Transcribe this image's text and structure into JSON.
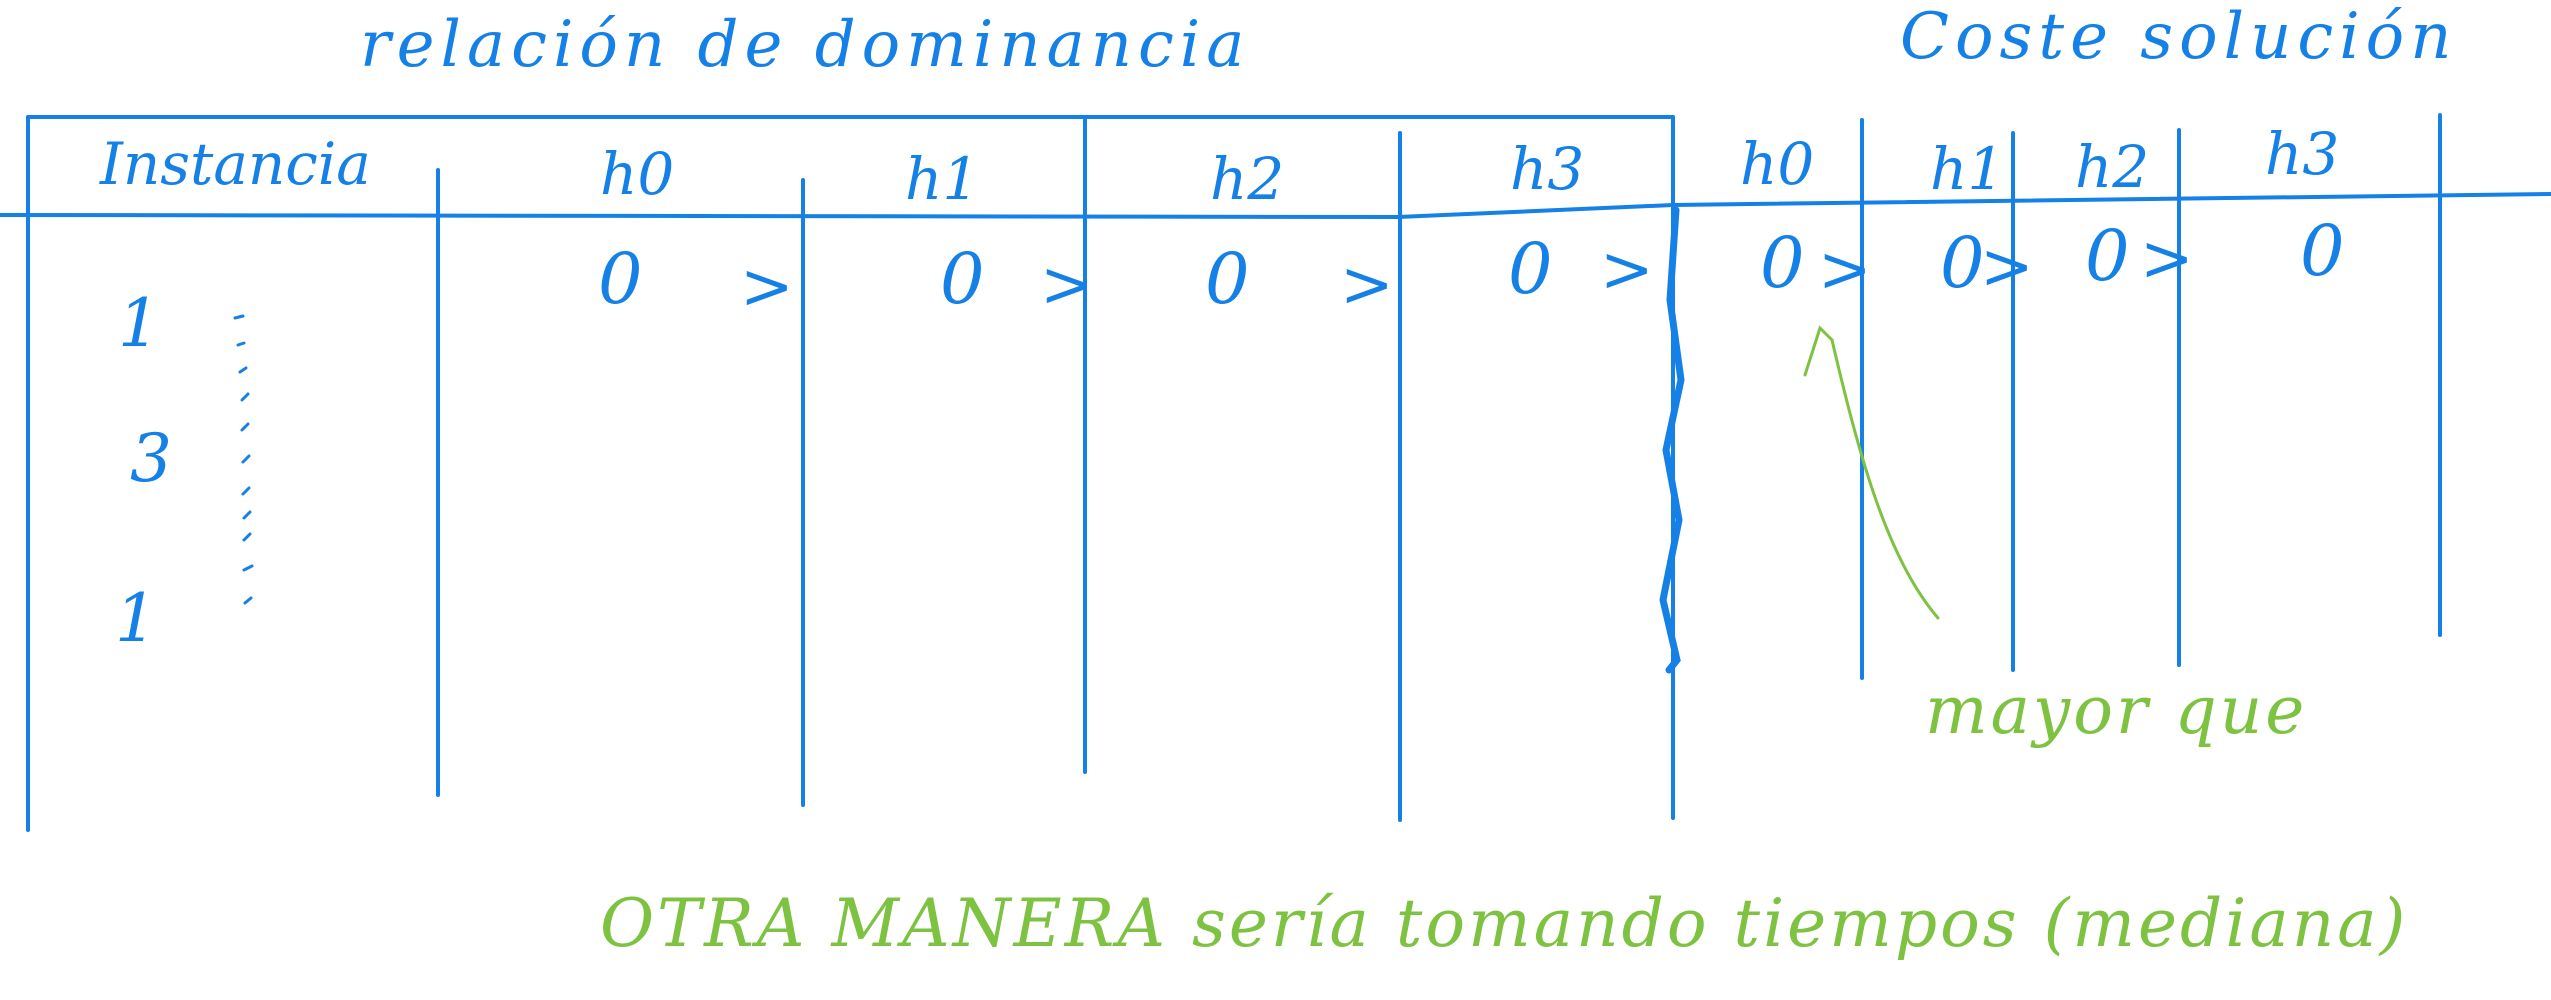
{
  "headers": {
    "dominance": "relación de dominancia",
    "cost": "Coste solución"
  },
  "columns": {
    "instancia": "Instancia",
    "dominance": [
      "h0",
      "h1",
      "h2",
      "h3"
    ],
    "cost": [
      "h0",
      "h1",
      "h2",
      "h3"
    ]
  },
  "rows": [
    {
      "instancia": "1",
      "dominance_values": [
        "0",
        "0",
        "0",
        "0"
      ],
      "cost_values": [
        "0",
        "0",
        "0",
        "0"
      ]
    },
    {
      "instancia": "3"
    },
    {
      "instancia": "1"
    }
  ],
  "relation_symbol": ">",
  "annotations": {
    "mayor_que": "mayor que",
    "otra_manera": "OTRA MANERA sería tomando tiempos (mediana)"
  },
  "colors": {
    "ink_blue": "#1580E6",
    "ink_green": "#7DC241"
  }
}
